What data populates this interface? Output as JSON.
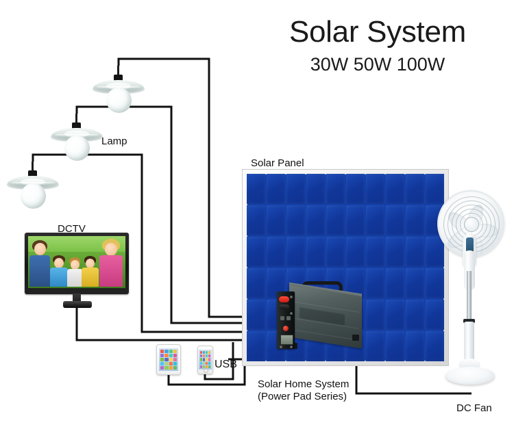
{
  "title": {
    "main": "Solar System",
    "sub": "30W 50W 100W"
  },
  "labels": {
    "lamp": "Lamp",
    "dctv": "DCTV",
    "usb": "USB",
    "solar_panel": "Solar Panel",
    "solar_home_system_line1": "Solar Home System",
    "solar_home_system_line2": "(Power Pad Series)",
    "dc_fan": "DC Fan"
  },
  "components": [
    {
      "id": "lamp-top",
      "name": "Lamp",
      "kind": "pendant-lamp"
    },
    {
      "id": "lamp-middle",
      "name": "Lamp",
      "kind": "pendant-lamp"
    },
    {
      "id": "lamp-bottom",
      "name": "Lamp",
      "kind": "pendant-lamp"
    },
    {
      "id": "dctv",
      "name": "DCTV",
      "kind": "television"
    },
    {
      "id": "tablet",
      "name": "Tablet",
      "kind": "usb-device"
    },
    {
      "id": "phone",
      "name": "Smartphone",
      "kind": "usb-device"
    },
    {
      "id": "solar-panel",
      "name": "Solar Panel",
      "kind": "photovoltaic-panel"
    },
    {
      "id": "sh-system",
      "name": "Solar Home System",
      "kind": "power-station"
    },
    {
      "id": "dc-fan",
      "name": "DC Fan",
      "kind": "pedestal-fan"
    }
  ],
  "panel": {
    "columns": 10,
    "rows": 6,
    "cell_color": "#11379b",
    "frame_color": "#e9e9e9"
  },
  "colors": {
    "background": "#ffffff",
    "text": "#111111",
    "wire": "#111111",
    "panel_blue": "#11379b",
    "case_body": "#4b5656",
    "accent_red": "#d42216"
  },
  "wires": {
    "color": "#111111",
    "count": 6,
    "description": "Black wiring connecting lamps, DCTV, tablet, phone and DC fan to the Solar Home System"
  }
}
